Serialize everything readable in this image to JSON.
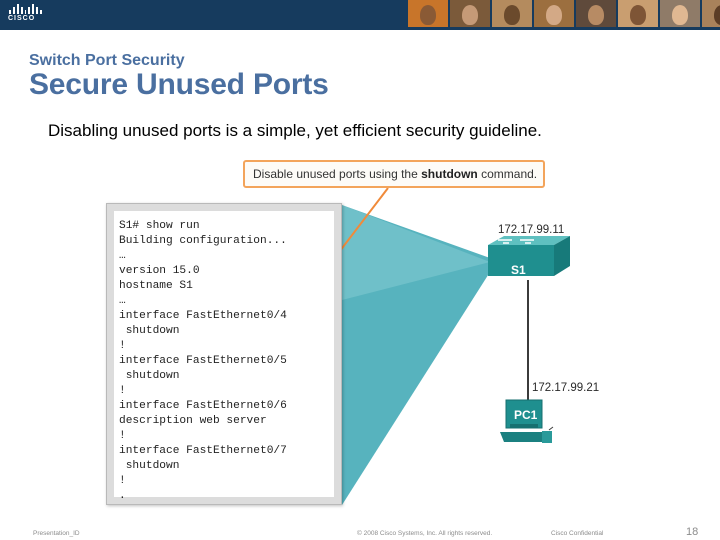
{
  "header": {
    "logo_text": "CISCO",
    "photos": [
      {
        "bg": "#c8752a",
        "face": "#8a5a35"
      },
      {
        "bg": "#7b5a3a",
        "face": "#c59a77"
      },
      {
        "bg": "#b48b5e",
        "face": "#6b4a2c"
      },
      {
        "bg": "#9c6f3f",
        "face": "#d3a986"
      },
      {
        "bg": "#5f4a3b",
        "face": "#b78b64"
      },
      {
        "bg": "#c99e70",
        "face": "#7e5536"
      },
      {
        "bg": "#8f7b68",
        "face": "#e0b892"
      },
      {
        "bg": "#a9825b",
        "face": "#5c3d26"
      }
    ]
  },
  "slide": {
    "subtitle": "Switch Port Security",
    "title": "Secure Unused Ports",
    "body": "Disabling unused ports is a simple, yet efficient security guideline."
  },
  "callout": {
    "prefix": "Disable unused ports using the ",
    "command": "shutdown",
    "suffix": " command."
  },
  "cli": {
    "lines": [
      "S1# show run",
      "Building configuration...",
      "…",
      "version 15.0",
      "hostname S1",
      "…",
      "interface FastEthernet0/4",
      " shutdown",
      "!",
      "interface FastEthernet0/5",
      " shutdown",
      "!",
      "interface FastEthernet0/6",
      "description web server",
      "!",
      "interface FastEthernet0/7",
      " shutdown",
      "!",
      "."
    ]
  },
  "topology": {
    "switch_name": "S1",
    "switch_ip": "172.17.99.11",
    "pc_name": "PC1",
    "pc_ip": "172.17.99.21"
  },
  "colors": {
    "accent_title": "#4a6fa0",
    "callout_border": "#f3a45b",
    "device_teal": "#1f8f8f",
    "beam": "#3aa6b3"
  },
  "footer": {
    "left": "Presentation_ID",
    "center": "© 2008 Cisco Systems, Inc. All rights reserved.",
    "confidential": "Cisco Confidential",
    "page": "18"
  }
}
